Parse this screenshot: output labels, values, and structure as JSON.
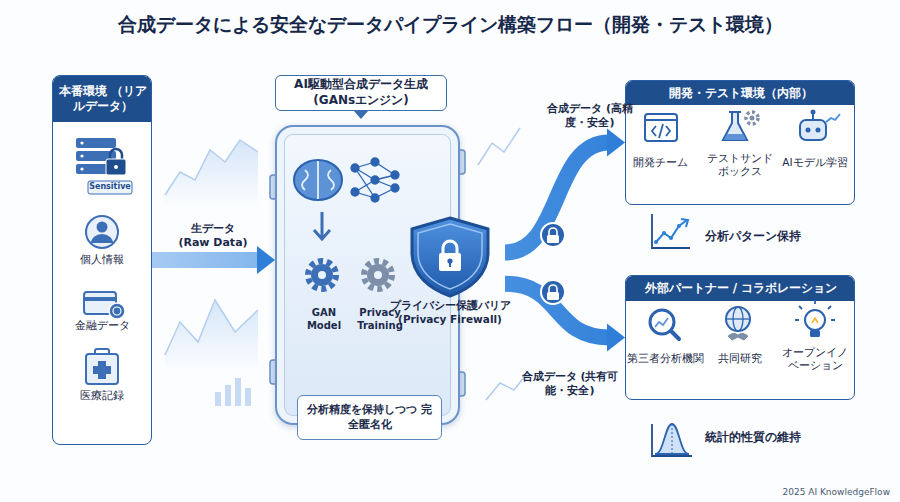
{
  "diagram": {
    "title": "合成データによる安全なデータパイプライン構築フロー（開発・テスト環境）",
    "nodes": [
      {
        "text": [
          "本番環境 （リアルデータ）"
        ]
      },
      {
        "text": [
          "AI駆動型合成データ生成 (GANsエンジン)"
        ]
      },
      {
        "text": [
          "GAN Model",
          "Privacy Training"
        ]
      },
      {
        "text": [
          "分析精度を保持しつつ 完全匿名化"
        ],
        "in": 2
      },
      {
        "text": [
          "プライバシー保護バリア (Privacy Firewall)"
        ]
      },
      {
        "text": [
          "開発・テスト環境（内部）"
        ]
      },
      {
        "text": [
          "外部パートナー / コラボレーション"
        ]
      }
    ],
    "edges": [
      {
        "from": 0,
        "to": 2,
        "label": "生データ (Raw Data)",
        "arrow": "to"
      },
      {
        "from": 4,
        "to": 5,
        "label": "合成データ (高精度・安全)",
        "arrow": "to"
      },
      {
        "from": 4,
        "to": 6,
        "label": "合成データ (共有可能・安全)",
        "arrow": "to"
      }
    ],
    "labels": [
      "Sensitive",
      "個人情報",
      "金融データ",
      "医療記録",
      "開発チーム",
      "テストサンド ボックス",
      "AIモデル学習",
      "分析パターン保持",
      "第三者分析機関",
      "共同研究",
      "オープンイノ ベーション",
      "統計的性質の維持",
      "2025 AI KnowledgeFlow"
    ]
  }
}
